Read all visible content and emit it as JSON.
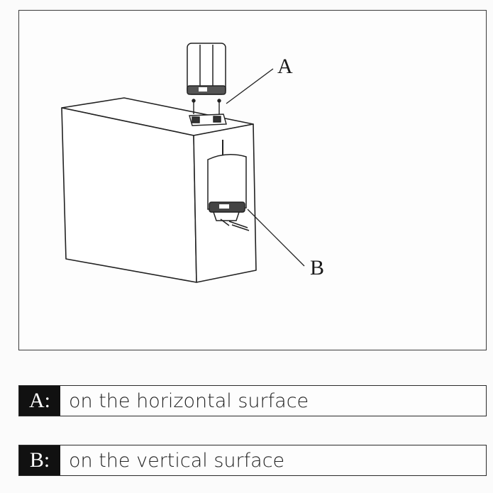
{
  "callouts": {
    "a_label": "A",
    "b_label": "B"
  },
  "legend": [
    {
      "key": "A:",
      "text": "on the horizontal surface"
    },
    {
      "key": "B:",
      "text": "on the vertical surface"
    }
  ]
}
